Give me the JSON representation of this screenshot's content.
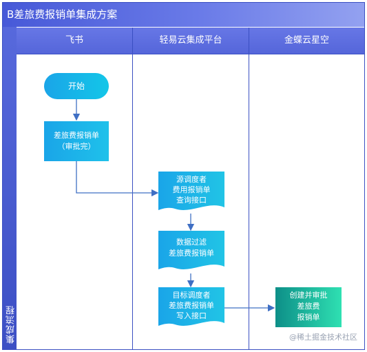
{
  "title": "B差旅费报销单集成方案",
  "side_label": "集成流程",
  "lanes": [
    "飞书",
    "轻易云集成平台",
    "金蝶云星空"
  ],
  "nodes": {
    "start": "开始",
    "expense_form_1": "差旅费报销单",
    "expense_form_2": "（审批完）",
    "source_1": "源调度者",
    "source_2": "费用报销单",
    "source_3": "查询接口",
    "filter_1": "数据过滤",
    "filter_2": "差旅费报销单",
    "target_1": "目标调度者",
    "target_2": "差旅费报销单",
    "target_3": "写入接口",
    "create_1": "创建并审批",
    "create_2": "差旅费",
    "create_3": "报销单"
  },
  "watermark": "@稀土掘金技术社区",
  "colors": {
    "frame": "#3a4fc2",
    "header": "#5566da",
    "blue_shape": "#1aa5e8",
    "teal_shape": "#0fb59a",
    "arrow": "#3f6fc4"
  }
}
